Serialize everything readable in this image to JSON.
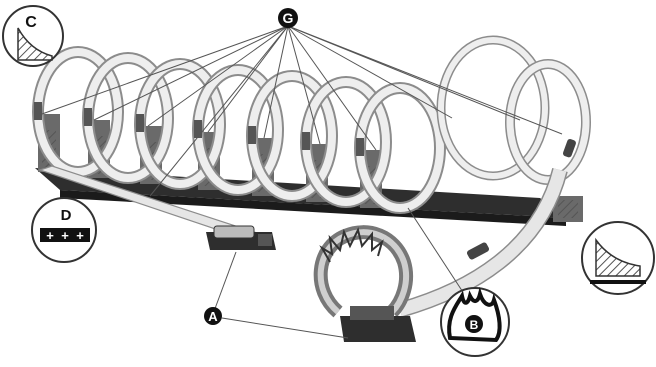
{
  "labels": {
    "a": "A",
    "b": "B",
    "c": "C",
    "d": "D",
    "g": "G"
  },
  "icons": {
    "corner_c": "ramp-corner-icon",
    "corner_right": "ramp-corner-icon",
    "connector_d": "track-connector-icon",
    "flame_b": "flame-icon"
  },
  "colors": {
    "track": "#e6e6e6",
    "track_edge": "#8c8c8c",
    "support": "#6a6a6a",
    "base": "#2e2e2e",
    "flame": "#777777",
    "line": "#555555"
  }
}
